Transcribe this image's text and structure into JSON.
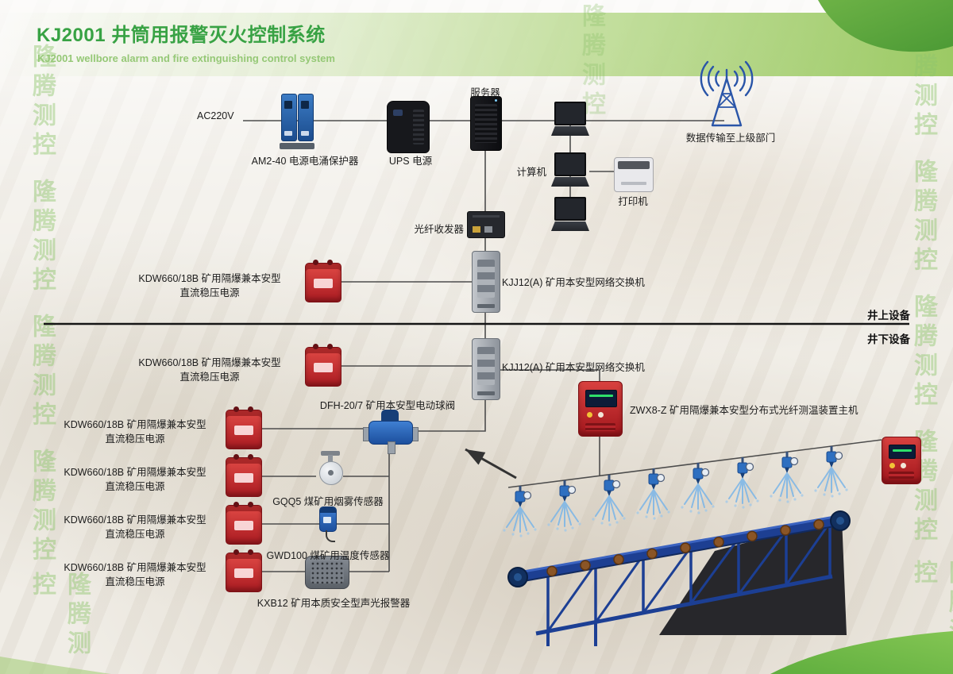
{
  "header": {
    "title": "KJ2001 井筒用报警灭火控制系统",
    "subtitle": "KJ2001 wellbore alarm and fire extinguishing control system"
  },
  "watermark": {
    "text": "隆腾测控"
  },
  "sections": {
    "surface_label": "井上设备",
    "underground_label": "井下设备"
  },
  "labels": {
    "ac_power": "AC220V",
    "surge_protector": "AM2-40 电源电涌保护器",
    "ups": "UPS 电源",
    "server": "服务器",
    "data_upload": "数据传输至上级部门",
    "computer": "计算机",
    "printer": "打印机",
    "fiber_transceiver": "光纤收发器",
    "network_switch": "KJJ12(A) 矿用本安型网络交换机",
    "power_supply_line1": "KDW660/18B 矿用隔爆兼本安型",
    "power_supply_line2": "直流稳压电源",
    "ball_valve": "DFH-20/7 矿用本安型电动球阀",
    "fiber_temp_host": "ZWX8-Z 矿用隔爆兼本安型分布式光纤测温装置主机",
    "smoke_sensor": "GQQ5 煤矿用烟雾传感器",
    "temp_sensor": "GWD100 煤矿用温度传感器",
    "alarm": "KXB12 矿用本质安全型声光报警器"
  },
  "colors": {
    "brand_green": "#3fa047",
    "light_green": "#a9cf6e",
    "device_red": "#c4242b",
    "device_blue": "#2565b0",
    "switch_gray": "#9aa0a7",
    "water_blue": "#7ab5e8",
    "line_dark": "#4d4d4d"
  }
}
